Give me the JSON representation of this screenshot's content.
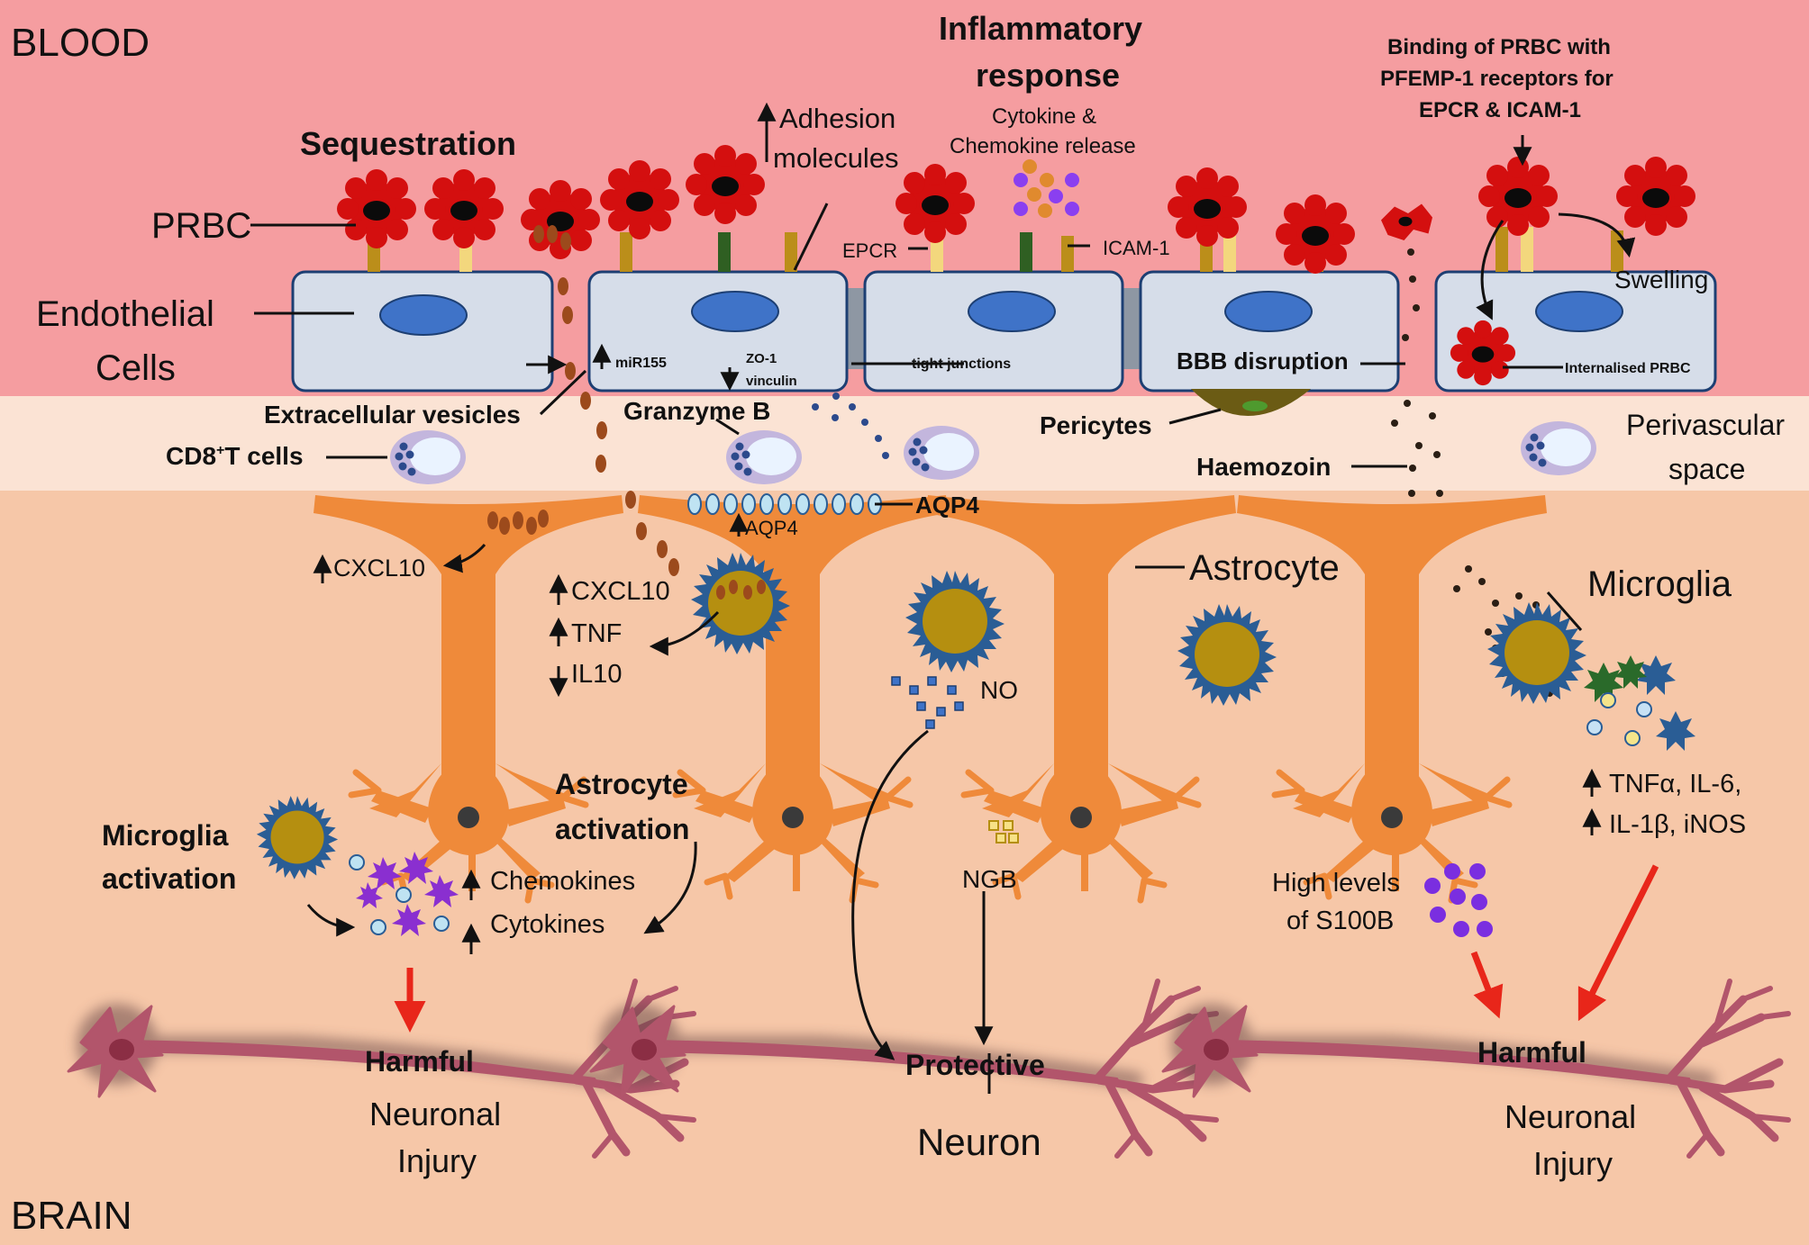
{
  "regions": {
    "top": "BLOOD",
    "bottom": "BRAIN",
    "perivascular": [
      "Perivascular",
      "space"
    ]
  },
  "headers": {
    "sequestration": "Sequestration",
    "inflammatory": [
      "Inflammatory",
      "response"
    ],
    "cytokine_release": [
      "Cytokine &",
      "Chemokine release"
    ],
    "binding": [
      "Binding of PRBC with",
      "PFEMP-1 receptors for",
      "EPCR & ICAM-1"
    ]
  },
  "labels": {
    "prbc": "PRBC",
    "endothelial": [
      "Endothelial",
      "Cells"
    ],
    "adhesion": [
      "Adhesion",
      "molecules"
    ],
    "epcr": "EPCR",
    "icam": "ICAM-1",
    "swelling": "Swelling",
    "mir155": "miR155",
    "zo1": [
      "ZO-1",
      "vinculin"
    ],
    "tight_junctions": "tight junctions",
    "bbb": "BBB disruption",
    "internalised": "Internalised PRBC",
    "ev": "Extracellular vesicles",
    "granzyme": "Granzyme B",
    "pericytes": "Pericytes",
    "cd8_main": "CD8",
    "cd8_sup": "+",
    "cd8_tail": "T cells",
    "haemozoin": "Haemozoin",
    "aqp4": "AQP4",
    "aqp4_up": "AQP4",
    "cxcl10": "CXCL10",
    "cxcl10_b": "CXCL10",
    "tnf": "TNF",
    "il10": "IL10",
    "astrocyte": "Astrocyte",
    "microglia": "Microglia",
    "no": "NO",
    "ngb": "NGB",
    "astro_act": [
      "Astrocyte",
      "activation"
    ],
    "micro_act": [
      "Microglia",
      "activation"
    ],
    "chemokines": "Chemokines",
    "cytokines": "Cytokines",
    "tnfa": "TNFα, IL-6,",
    "il1b": "IL-1β, iNOS",
    "s100b": [
      "High levels",
      "of S100B"
    ],
    "harmful_left": "Harmful",
    "injury_left": [
      "Neuronal",
      "Injury"
    ],
    "protective": "Protective",
    "neuron": "Neuron",
    "harmful_right": "Harmful",
    "injury_right": [
      "Neuronal",
      "Injury"
    ]
  },
  "colors": {
    "blood": "#f59da0",
    "perivascular": "#fbe3d4",
    "brain": "#f6c7a8",
    "endothelial_cell": "#d6dde9",
    "nucleus": "#3f73c8",
    "prbc": "#d40f0f",
    "astrocyte": "#ef8a3a",
    "microglia_body": "#b58f10",
    "microglia_spikes": "#2a5d95",
    "neuron": "#b2556b",
    "harm_arrow": "#e8261a",
    "vesicle": "#9c4a1c"
  },
  "icons": [
    "prbc-icon",
    "endothelial-cell-icon",
    "astrocyte-icon",
    "microglia-icon",
    "neuron-icon",
    "cd8-t-cell-icon",
    "aqp4-channel-icon"
  ]
}
